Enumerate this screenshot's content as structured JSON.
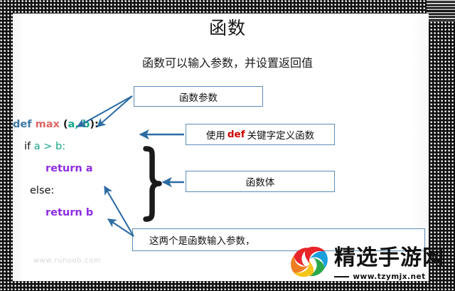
{
  "slide": {
    "title": "函数",
    "subtitle": "函数可以输入参数，并设置返回值"
  },
  "code": {
    "line1": {
      "keyword": "def",
      "name": "max",
      "open_paren": "(",
      "arg1": "a",
      "comma": ",",
      "arg2": "b",
      "close": "):"
    },
    "line2": {
      "keyword": "if",
      "left": "a",
      "operator": ">",
      "right": "b",
      "colon": ":"
    },
    "line3": {
      "keyword": "return",
      "value": "a"
    },
    "line4": {
      "keyword": "else:"
    },
    "line5": {
      "keyword": "return",
      "value": "b"
    }
  },
  "callouts": {
    "params": "函数参数",
    "def_prefix": "使用",
    "def_keyword": "def",
    "def_suffix": "关键字定义函数",
    "body": "函数体",
    "bottom": "这两个是函数输入参数，"
  },
  "watermarks": {
    "runoob": "www.runoob.com",
    "logo_name": "精选手游网",
    "logo_url": "www.tzymjx.net"
  },
  "colors": {
    "box_border": "#5b8db8",
    "arrow": "#2b6ca3",
    "keyword_def": "#3d79a8",
    "function_name": "#e06666",
    "variable": "#17a589",
    "keyword_return": "#8e2de2",
    "red_keyword": "#cc0000",
    "brace": "#1a1a1a"
  }
}
